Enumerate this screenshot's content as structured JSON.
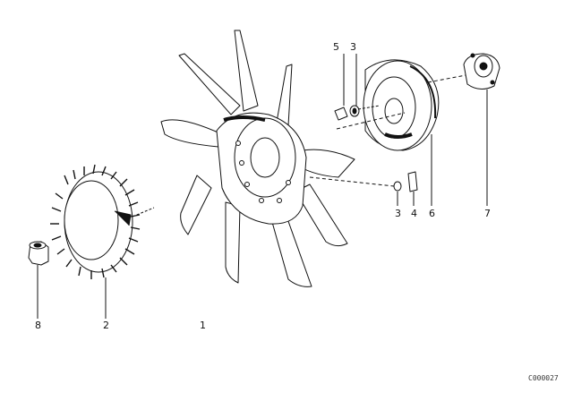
{
  "callouts": {
    "c1": "1",
    "c2": "2",
    "c3a": "3",
    "c3b": "3",
    "c4": "4",
    "c5": "5",
    "c6": "6",
    "c7": "7",
    "c8": "8"
  },
  "ref_code": "C000027",
  "colors": {
    "line": "#111111",
    "fill": "#ffffff"
  }
}
